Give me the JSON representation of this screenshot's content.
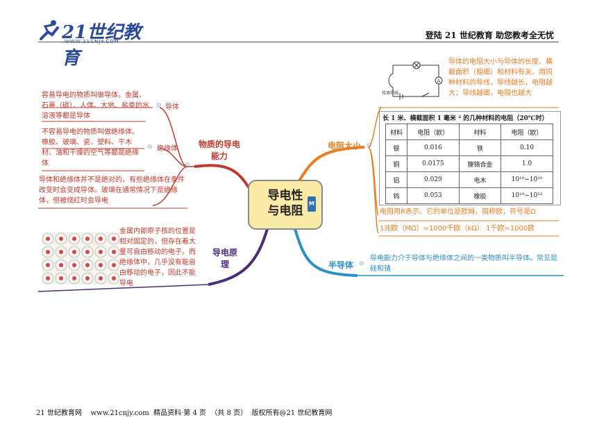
{
  "header": {
    "logo_text": "21世纪教育",
    "logo_url": "WWW.21CNJY.COM",
    "slogan": "登陆 21 世纪教育    助您教考全无忧"
  },
  "center": {
    "line1": "导电性",
    "line2": "与电阻",
    "badge": "M"
  },
  "left": {
    "conductivity_label": "物质的导电能力",
    "conductor": {
      "label": "导体",
      "text": "容易导电的物质叫做导体。金属、石墨（碳）、人体、大地、盐类的水溶液等都是导体"
    },
    "insulator": {
      "label": "绝缘体",
      "text": "不容易导电的物质叫做绝缘体。橡胶、玻璃、瓷、塑料、干木材、油和干燥的空气等都是绝缘体"
    },
    "note": "导体和绝缘体并不是绝对的，有些绝缘体在条件改变时会变成导体。玻璃在通常情况下是绝缘体，但被烧红时会导电",
    "principle_label": "导电原理",
    "principle_text": "金属内部原子核的位置是相对固定的，但存在着大量可自由移动的电子。而绝缘体中，几乎没有能自由移动的电子，因此不能导电"
  },
  "right": {
    "resistance_label": "电阻大小",
    "circuit_text": "导体的电阻大小与导体的长度、横截面积（粗细）和材料有关。用同种材料的导线，导线越长，电阻越大；导线越细，电阻也越大",
    "circuit_caption": "待测导线",
    "table_caption": "长 1 米、横截面积 1 毫米 ² 的几种材料的电阻（20℃时）",
    "table_headers": [
      "材料",
      "电阻（欧）",
      "材料",
      "电阻（欧）"
    ],
    "table_rows": [
      [
        "银",
        "0.016",
        "铁",
        "0.10"
      ],
      [
        "铜",
        "0.0175",
        "镍铬合金",
        "1.0"
      ],
      [
        "铝",
        "0.029",
        "电木",
        "10¹⁰~10²⁰"
      ],
      [
        "钨",
        "0.053",
        "橡胶",
        "10¹⁹~10²²"
      ]
    ],
    "unit_text": "电阻用R表示。它的单位是欧姆，简称欧，符号是Ω",
    "conversion_text": "1兆欧（MΩ）=1000千欧（kΩ）  1千欧=1000欧",
    "semi_label": "半导体",
    "semi_text": "导电能力介于导体与绝缘体之间的一类物质叫半导体。常见是硅和锗"
  },
  "footer": {
    "text": "21 世纪教育网    www.21cnjy.com  精品资料·第 4 页  （共 8 页）  版权所有@21 世纪教育网"
  },
  "colors": {
    "red": "#c0392b",
    "orange": "#e67e22",
    "blue": "#2d8fc9",
    "purple": "#4b2c7a",
    "center_fill": "#fbe9a6"
  }
}
